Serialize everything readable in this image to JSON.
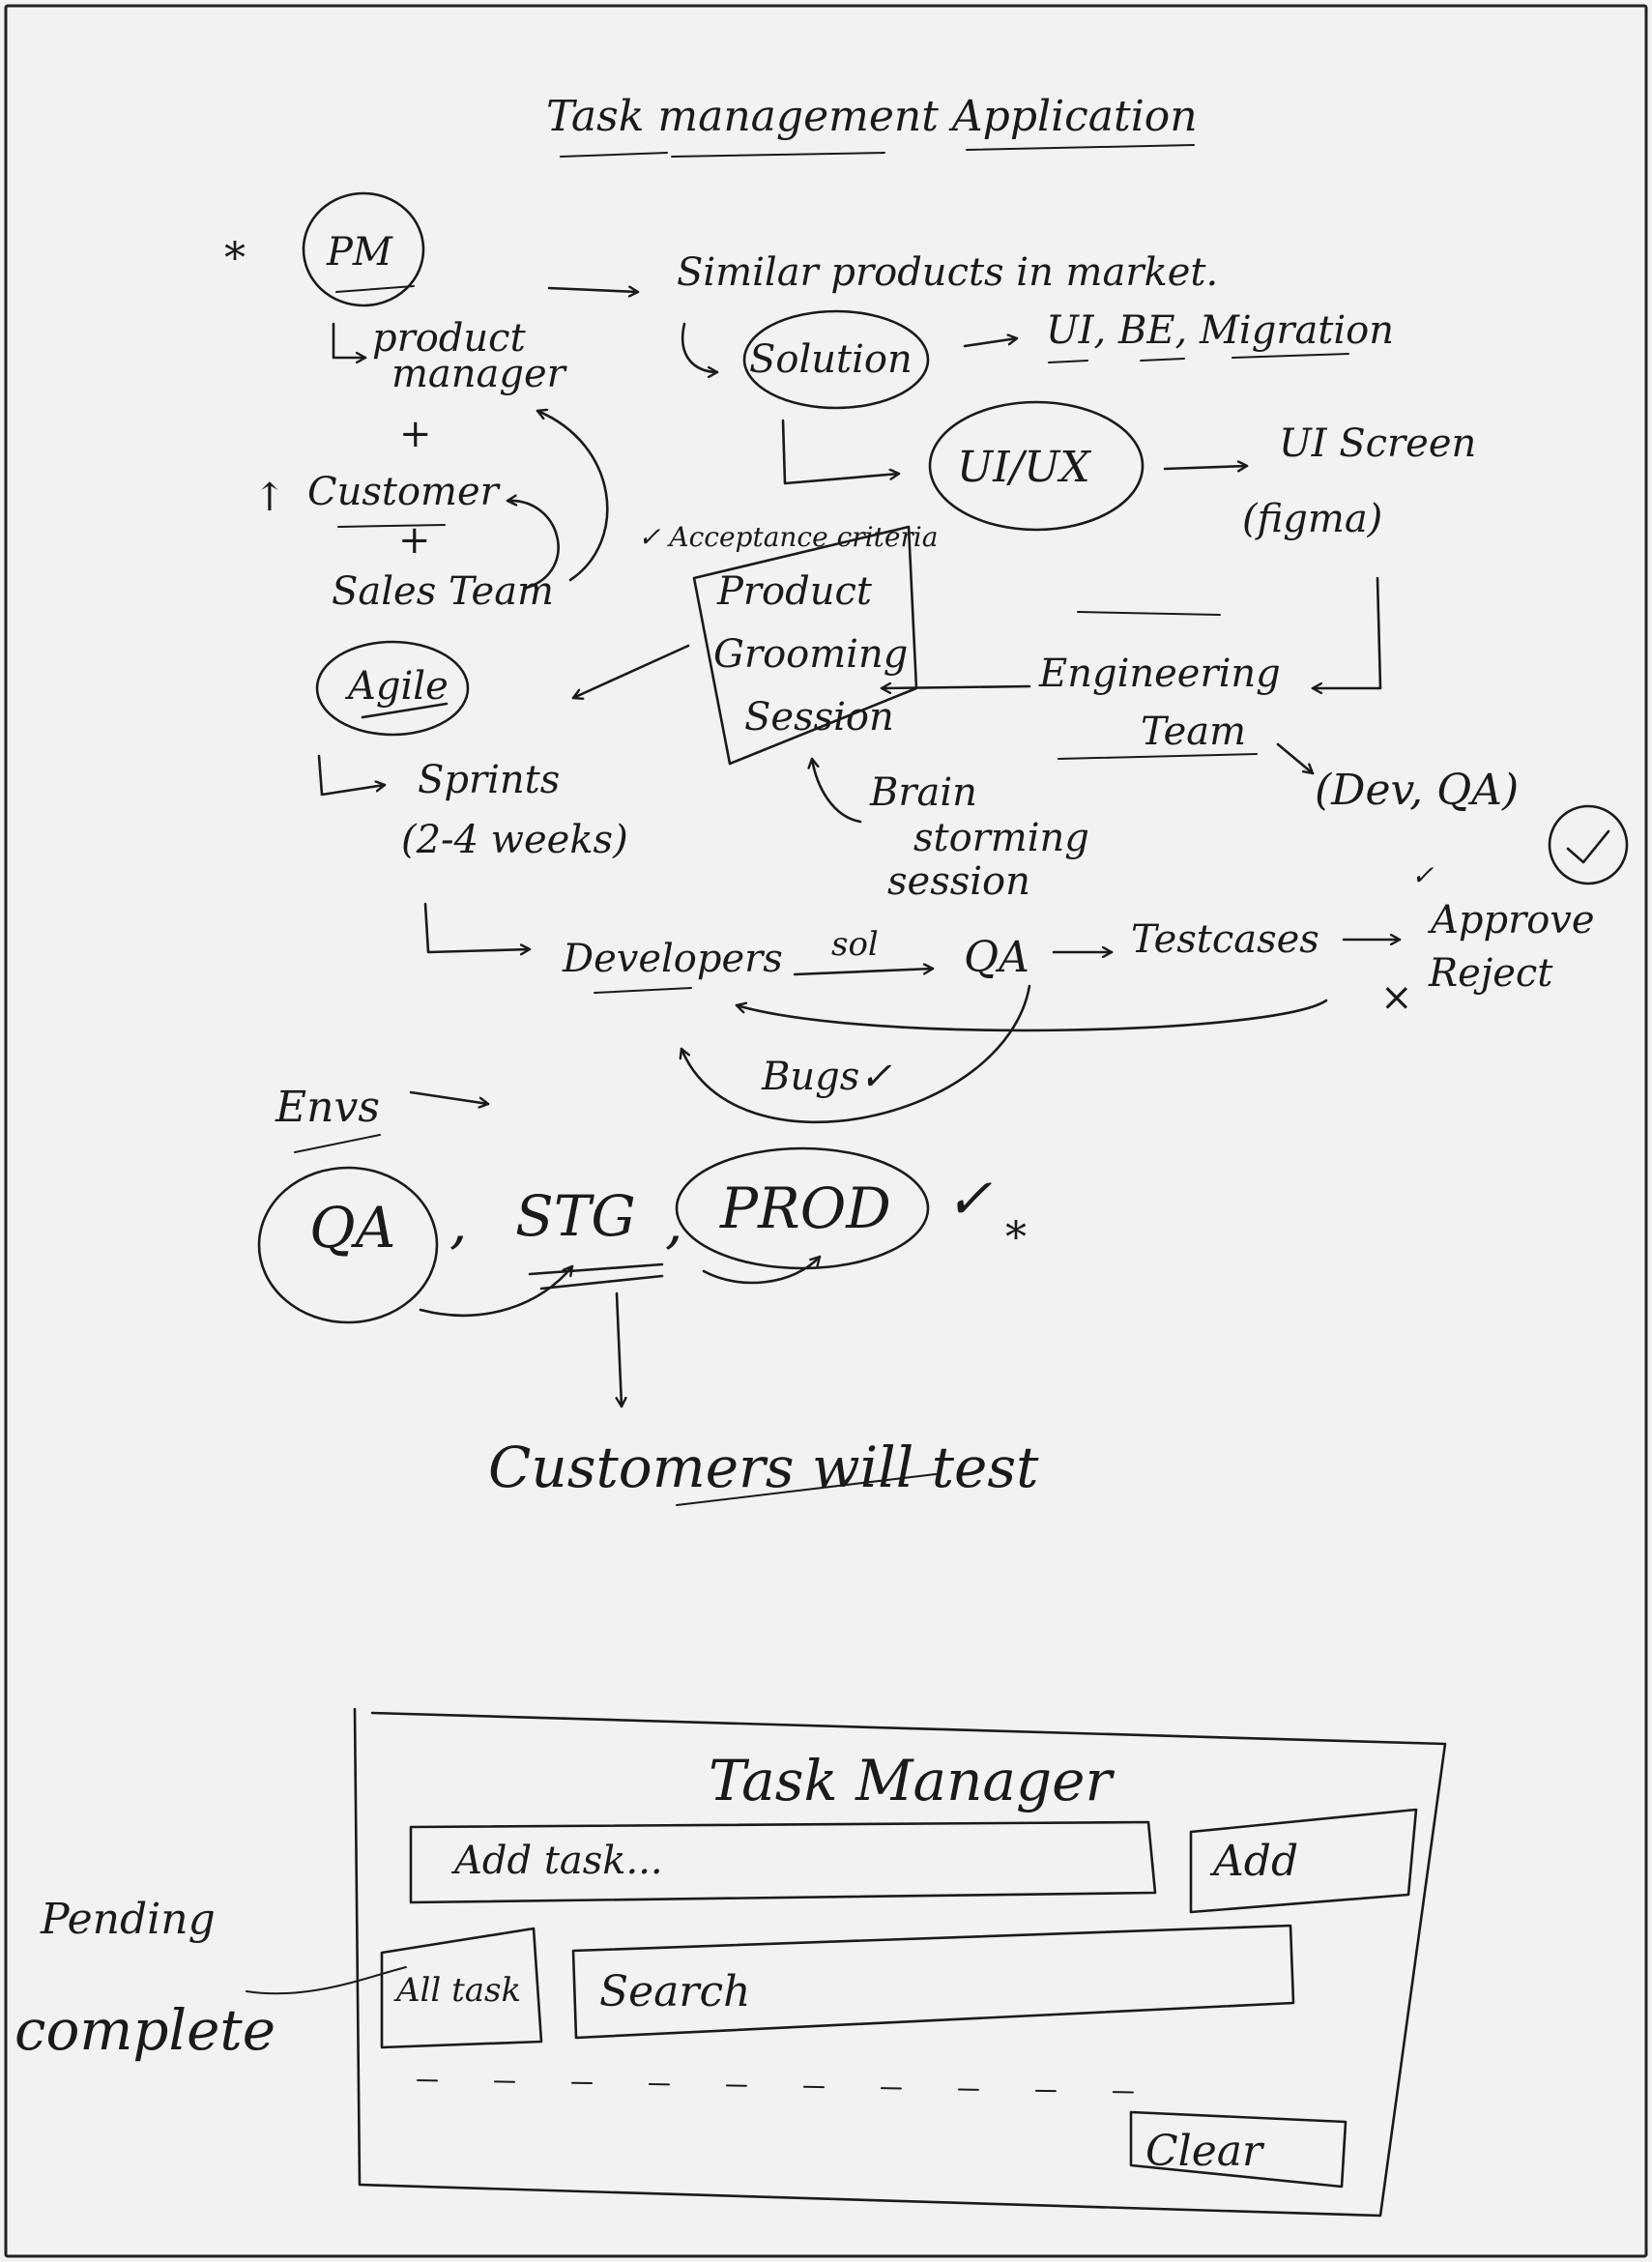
{
  "title": "Task management Application",
  "nodes": {
    "star_mark": "*",
    "pm": "PM",
    "product_manager_1": "product",
    "product_manager_2": "manager",
    "plus_1": "+",
    "customer_arrow": "↑",
    "customer": "Customer",
    "plus_2": "+",
    "sales_team": "Sales Team",
    "similar_products": "Similar products in market.",
    "solution": "Solution",
    "ui_be_migration": "UI, BE, Migration",
    "ui_ux": "UI/UX",
    "ui_screen": "UI Screen",
    "figma": "(figma)",
    "acceptance_criteria": "✓ Acceptance criteria",
    "grooming_1": "Product",
    "grooming_2": "Grooming",
    "grooming_3": "Session",
    "agile": "Agile",
    "engineering_1": "Engineering",
    "engineering_2": "Team",
    "dev_qa": "(Dev, QA)",
    "sprints_1": "Sprints",
    "sprints_2": "(2-4 weeks)",
    "brainstorming_1": "Brain",
    "brainstorming_2": "storming",
    "brainstorming_3": "session",
    "developers": "Developers",
    "sol": "sol",
    "qa": "QA",
    "testcases": "Testcases",
    "approve_tick": "✓",
    "approve": "Approve",
    "reject_x": "×",
    "reject": "Reject",
    "bugs": "Bugs✓",
    "envs": "Envs",
    "env_qa": "QA",
    "comma_1": ",",
    "env_stg": "STG",
    "comma_2": ",",
    "env_prod": "PROD",
    "prod_check": "✓",
    "prod_star": "*",
    "customers_will_test": "Customers will test"
  },
  "wireframe": {
    "title": "Task Manager",
    "add_task_placeholder": "Add task...",
    "add_button": "Add",
    "filter_select": "All task",
    "search_placeholder": "Search",
    "clear_button": "Clear",
    "filter_options": [
      "Pending",
      "complete"
    ]
  }
}
